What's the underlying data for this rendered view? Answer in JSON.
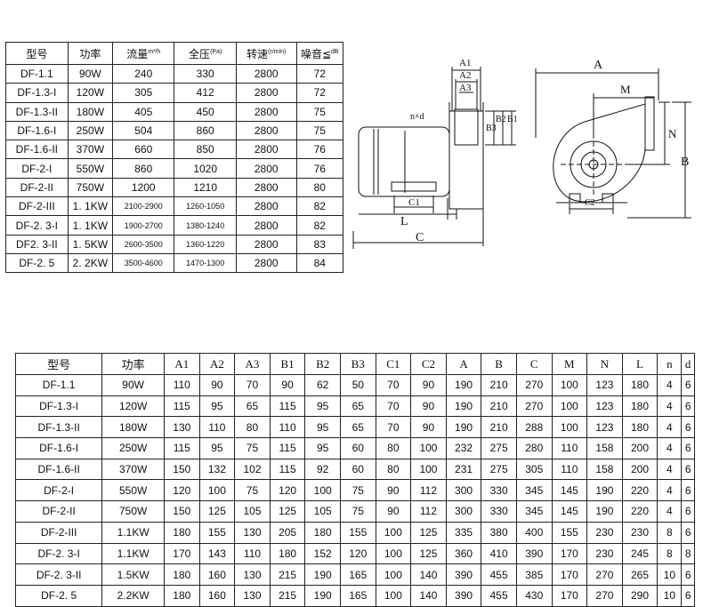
{
  "perf_table": {
    "headers": [
      {
        "text": "型号",
        "unit": ""
      },
      {
        "text": "功率",
        "unit": ""
      },
      {
        "text": "流量",
        "unit": "m³/h"
      },
      {
        "text": "全压",
        "unit": "(Pa)"
      },
      {
        "text": "转速",
        "unit": "(r/min)"
      },
      {
        "text": "噪音≦",
        "unit": "dB"
      }
    ],
    "rows": [
      [
        "DF-1.1",
        "90W",
        "240",
        "330",
        "2800",
        "72"
      ],
      [
        "DF-1.3-I",
        "120W",
        "305",
        "412",
        "2800",
        "72"
      ],
      [
        "DF-1.3-II",
        "180W",
        "405",
        "450",
        "2800",
        "75"
      ],
      [
        "DF-1.6-I",
        "250W",
        "504",
        "860",
        "2800",
        "75"
      ],
      [
        "DF-1.6-II",
        "370W",
        "660",
        "850",
        "2800",
        "76"
      ],
      [
        "DF-2-I",
        "550W",
        "860",
        "1020",
        "2800",
        "76"
      ],
      [
        "DF-2-II",
        "750W",
        "1200",
        "1210",
        "2800",
        "80"
      ],
      [
        "DF-2-III",
        "1. 1KW",
        "2100-2900",
        "1260-1050",
        "2800",
        "82"
      ],
      [
        "DF-2. 3-I",
        "1. 1KW",
        "1900-2700",
        "1380-1240",
        "2800",
        "82"
      ],
      [
        "DF2. 3-II",
        "1. 5KW",
        "2600-3500",
        "1360-1220",
        "2800",
        "83"
      ],
      [
        "DF-2. 5",
        "2. 2KW",
        "3500-4600",
        "1470-1300",
        "2800",
        "84"
      ]
    ]
  },
  "dims_table": {
    "headers": [
      "型号",
      "功率",
      "A1",
      "A2",
      "A3",
      "B1",
      "B2",
      "B3",
      "C1",
      "C2",
      "A",
      "B",
      "C",
      "M",
      "N",
      "L",
      "n",
      "d"
    ],
    "rows": [
      [
        "DF-1.1",
        "90W",
        "110",
        "90",
        "70",
        "90",
        "62",
        "50",
        "70",
        "90",
        "190",
        "210",
        "270",
        "100",
        "123",
        "180",
        "4",
        "6"
      ],
      [
        "DF-1.3-I",
        "120W",
        "115",
        "95",
        "65",
        "115",
        "95",
        "65",
        "70",
        "90",
        "190",
        "210",
        "270",
        "100",
        "123",
        "180",
        "4",
        "6"
      ],
      [
        "DF-1.3-II",
        "180W",
        "130",
        "110",
        "80",
        "110",
        "95",
        "65",
        "70",
        "90",
        "190",
        "210",
        "288",
        "100",
        "123",
        "180",
        "4",
        "6"
      ],
      [
        "DF-1.6-I",
        "250W",
        "115",
        "95",
        "75",
        "115",
        "95",
        "60",
        "80",
        "100",
        "232",
        "275",
        "280",
        "110",
        "158",
        "200",
        "4",
        "6"
      ],
      [
        "DF-1.6-II",
        "370W",
        "150",
        "132",
        "102",
        "115",
        "92",
        "60",
        "80",
        "100",
        "231",
        "275",
        "305",
        "110",
        "158",
        "200",
        "4",
        "6"
      ],
      [
        "DF-2-I",
        "550W",
        "120",
        "100",
        "75",
        "120",
        "100",
        "75",
        "90",
        "112",
        "300",
        "330",
        "345",
        "145",
        "190",
        "220",
        "4",
        "6"
      ],
      [
        "DF-2-II",
        "750W",
        "150",
        "125",
        "105",
        "125",
        "105",
        "75",
        "90",
        "112",
        "300",
        "330",
        "345",
        "145",
        "190",
        "220",
        "4",
        "6"
      ],
      [
        "DF-2-III",
        "1.1KW",
        "180",
        "155",
        "130",
        "205",
        "180",
        "155",
        "100",
        "125",
        "335",
        "380",
        "400",
        "155",
        "230",
        "230",
        "8",
        "6"
      ],
      [
        "DF-2. 3-I",
        "1.1KW",
        "170",
        "143",
        "110",
        "180",
        "152",
        "120",
        "100",
        "125",
        "360",
        "410",
        "390",
        "170",
        "230",
        "245",
        "8",
        "8"
      ],
      [
        "DF-2. 3-II",
        "1.5KW",
        "180",
        "160",
        "130",
        "215",
        "190",
        "165",
        "100",
        "140",
        "390",
        "455",
        "385",
        "170",
        "270",
        "265",
        "10",
        "6"
      ],
      [
        "DF-2. 5",
        "2.2KW",
        "180",
        "160",
        "130",
        "215",
        "190",
        "165",
        "100",
        "140",
        "390",
        "455",
        "430",
        "170",
        "270",
        "290",
        "10",
        "6"
      ]
    ]
  },
  "drawing_labels": {
    "A1": "A1",
    "A2": "A2",
    "A3": "A3",
    "nd": "n×d",
    "B3": "B3",
    "B2": "B2",
    "B1": "B1",
    "C1": "C1",
    "L": "L",
    "C": "C",
    "A": "A",
    "M": "M",
    "N": "N",
    "B": "B",
    "C2": "C2"
  }
}
